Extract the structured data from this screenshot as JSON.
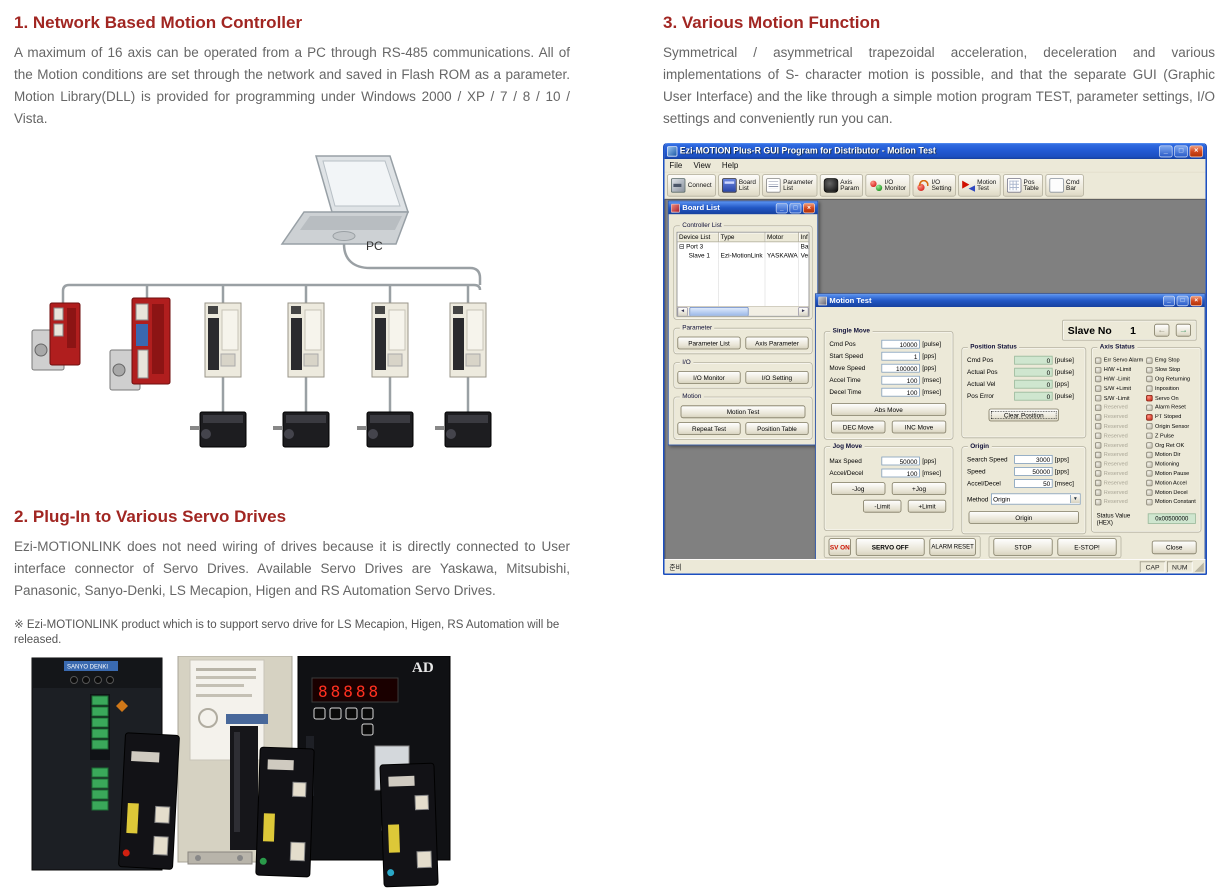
{
  "sections": {
    "s1": {
      "title": "1. Network Based Motion Controller",
      "body": "A maximum of 16 axis can be operated from a PC through RS-485 communications. All of the Motion conditions are set through the network and saved in Flash ROM as a parameter. Motion Library(DLL) is provided for programming under Windows 2000 / XP / 7 / 8 / 10 / Vista."
    },
    "s2": {
      "title": "2. Plug-In to Various Servo Drives",
      "body": "Ezi-MOTIONLINK does not need wiring of drives because it is directly connected to User interface connector of Servo Drives. Available Servo Drives are Yaskawa, Mitsubishi, Panasonic, Sanyo-Denki, LS Mecapion, Higen and RS Automation Servo Drives.",
      "note": "※ Ezi-MOTIONLINK product which is to support servo drive for LS Mecapion, Higen, RS Automation will be released."
    },
    "s3": {
      "title": "3. Various Motion Function",
      "body": "Symmetrical / asymmetrical trapezoidal acceleration, deceleration and various implementations of S- character motion is possible, and that the separate GUI (Graphic User Interface) and the like through a simple motion program TEST, parameter settings, I/O settings and conveniently run you can."
    }
  },
  "diagram": {
    "pc_label": "PC"
  },
  "photo": {
    "label_sanyo": "SANYO DENKI",
    "label_ad": "AD",
    "display_digits": "88888"
  },
  "colors": {
    "accent": "#a12622",
    "xp_blue": "#2257c4",
    "led_red": "#cc1000",
    "field_green": "#cfe6cf"
  },
  "gui": {
    "title": "Ezi-MOTION Plus-R GUI Program for Distributor - Motion Test",
    "menu": [
      "File",
      "View",
      "Help"
    ],
    "toolbar": [
      {
        "icon": "connect-icon",
        "l1": "Connect",
        "l2": ""
      },
      {
        "icon": "board-list-icon",
        "l1": "Board",
        "l2": "List"
      },
      {
        "icon": "parameter-list-icon",
        "l1": "Parameter",
        "l2": "List"
      },
      {
        "icon": "axis-param-icon",
        "l1": "Axis",
        "l2": "Param"
      },
      {
        "icon": "io-monitor-icon",
        "l1": "I/O",
        "l2": "Monitor"
      },
      {
        "icon": "io-setting-icon",
        "l1": "I/O",
        "l2": "Setting"
      },
      {
        "icon": "motion-test-icon",
        "l1": "Motion",
        "l2": "Test"
      },
      {
        "icon": "pos-table-icon",
        "l1": "Pos",
        "l2": "Table"
      },
      {
        "icon": "cmd-bar-icon",
        "l1": "Cmd",
        "l2": "Bar"
      }
    ],
    "board_list": {
      "title": "Board List",
      "group": "Controller List",
      "columns": [
        "Device List",
        "Type",
        "Motor",
        "Inf"
      ],
      "rows": [
        {
          "prefix": "⊟",
          "c1": "Port 3",
          "c2": "",
          "c3": "",
          "c4": "Bau"
        },
        {
          "c1": "Slave 1",
          "c2": "Ezi-MotionLink",
          "c3": "YASKAWA",
          "c4": "Ver"
        }
      ],
      "parameter_label": "Parameter",
      "btn_parameter_list": "Parameter List",
      "btn_axis_parameter": "Axis Parameter",
      "io_label": "I/O",
      "btn_io_monitor": "I/O Monitor",
      "btn_io_setting": "I/O Setting",
      "motion_label": "Motion",
      "btn_motion_test": "Motion Test",
      "btn_repeat_test": "Repeat Test",
      "btn_position_table": "Position Table"
    },
    "motion_test": {
      "title": "Motion Test",
      "slave_label": "Slave No",
      "slave_value": "1",
      "single_move": {
        "label": "Single Move",
        "fields": [
          {
            "label": "Cmd Pos",
            "value": "10000",
            "unit": "[pulse]"
          },
          {
            "label": "Start Speed",
            "value": "1",
            "unit": "[pps]"
          },
          {
            "label": "Move Speed",
            "value": "100000",
            "unit": "[pps]"
          },
          {
            "label": "Accel Time",
            "value": "100",
            "unit": "[msec]"
          },
          {
            "label": "Decel Time",
            "value": "100",
            "unit": "[msec]"
          }
        ],
        "btn_abs": "Abs Move",
        "btn_dec": "DEC Move",
        "btn_inc": "INC Move"
      },
      "position_status": {
        "label": "Position Status",
        "fields": [
          {
            "label": "Cmd Pos",
            "value": "0",
            "unit": "[pulse]"
          },
          {
            "label": "Actual Pos",
            "value": "0",
            "unit": "[pulse]"
          },
          {
            "label": "Actual Vel",
            "value": "0",
            "unit": "[pps]"
          },
          {
            "label": "Pos Error",
            "value": "0",
            "unit": "[pulse]"
          }
        ],
        "btn_clear": "Clear Position"
      },
      "jog_move": {
        "label": "Jog Move",
        "fields": [
          {
            "label": "Max Speed",
            "value": "50000",
            "unit": "[pps]"
          },
          {
            "label": "Accel/Decel",
            "value": "100",
            "unit": "[msec]"
          }
        ],
        "btn_njog": "-Jog",
        "btn_pjog": "+Jog",
        "btn_nlimit": "-Limit",
        "btn_plimit": "+Limit"
      },
      "origin": {
        "label": "Origin",
        "fields": [
          {
            "label": "Search Speed",
            "value": "3000",
            "unit": "[pps]"
          },
          {
            "label": "Speed",
            "value": "50000",
            "unit": "[pps]"
          },
          {
            "label": "Accel/Decel",
            "value": "50",
            "unit": "[msec]"
          }
        ],
        "method_label": "Method",
        "method_value": "Origin",
        "btn_origin": "Origin"
      },
      "axis_status": {
        "label": "Axis Status",
        "left": [
          {
            "label": "Err Servo Alarm"
          },
          {
            "label": "H/W +Limit"
          },
          {
            "label": "H/W -Limit"
          },
          {
            "label": "S/W +Limit"
          },
          {
            "label": "S/W -Limit"
          },
          {
            "label": "Reserved",
            "reserved": true
          },
          {
            "label": "Reserved",
            "reserved": true
          },
          {
            "label": "Reserved",
            "reserved": true
          },
          {
            "label": "Reserved",
            "reserved": true
          },
          {
            "label": "Reserved",
            "reserved": true
          },
          {
            "label": "Reserved",
            "reserved": true
          },
          {
            "label": "Reserved",
            "reserved": true
          },
          {
            "label": "Reserved",
            "reserved": true
          },
          {
            "label": "Reserved",
            "reserved": true
          },
          {
            "label": "Reserved",
            "reserved": true
          },
          {
            "label": "Reserved",
            "reserved": true
          }
        ],
        "right": [
          {
            "label": "Emg Stop"
          },
          {
            "label": "Slow Stop"
          },
          {
            "label": "Org Returning"
          },
          {
            "label": "Inposition"
          },
          {
            "label": "Servo On",
            "on": true
          },
          {
            "label": "Alarm Reset"
          },
          {
            "label": "PT Stoped",
            "on": true
          },
          {
            "label": "Origin Sensor"
          },
          {
            "label": "Z Pulse"
          },
          {
            "label": "Org Ret OK"
          },
          {
            "label": "Motion Dir"
          },
          {
            "label": "Motioning"
          },
          {
            "label": "Motion Pause"
          },
          {
            "label": "Motion Accel"
          },
          {
            "label": "Motion Decel"
          },
          {
            "label": "Motion Constant"
          }
        ],
        "status_label": "Status Value (HEX)",
        "status_value": "0x00500000"
      },
      "btn_svon": "SV ON",
      "btn_servooff": "SERVO OFF",
      "btn_alarm": "ALARM RESET",
      "btn_stop": "STOP",
      "btn_estop": "E-STOP!",
      "btn_close": "Close"
    },
    "statusbar": {
      "ready": "준비",
      "cap": "CAP",
      "num": "NUM"
    }
  }
}
